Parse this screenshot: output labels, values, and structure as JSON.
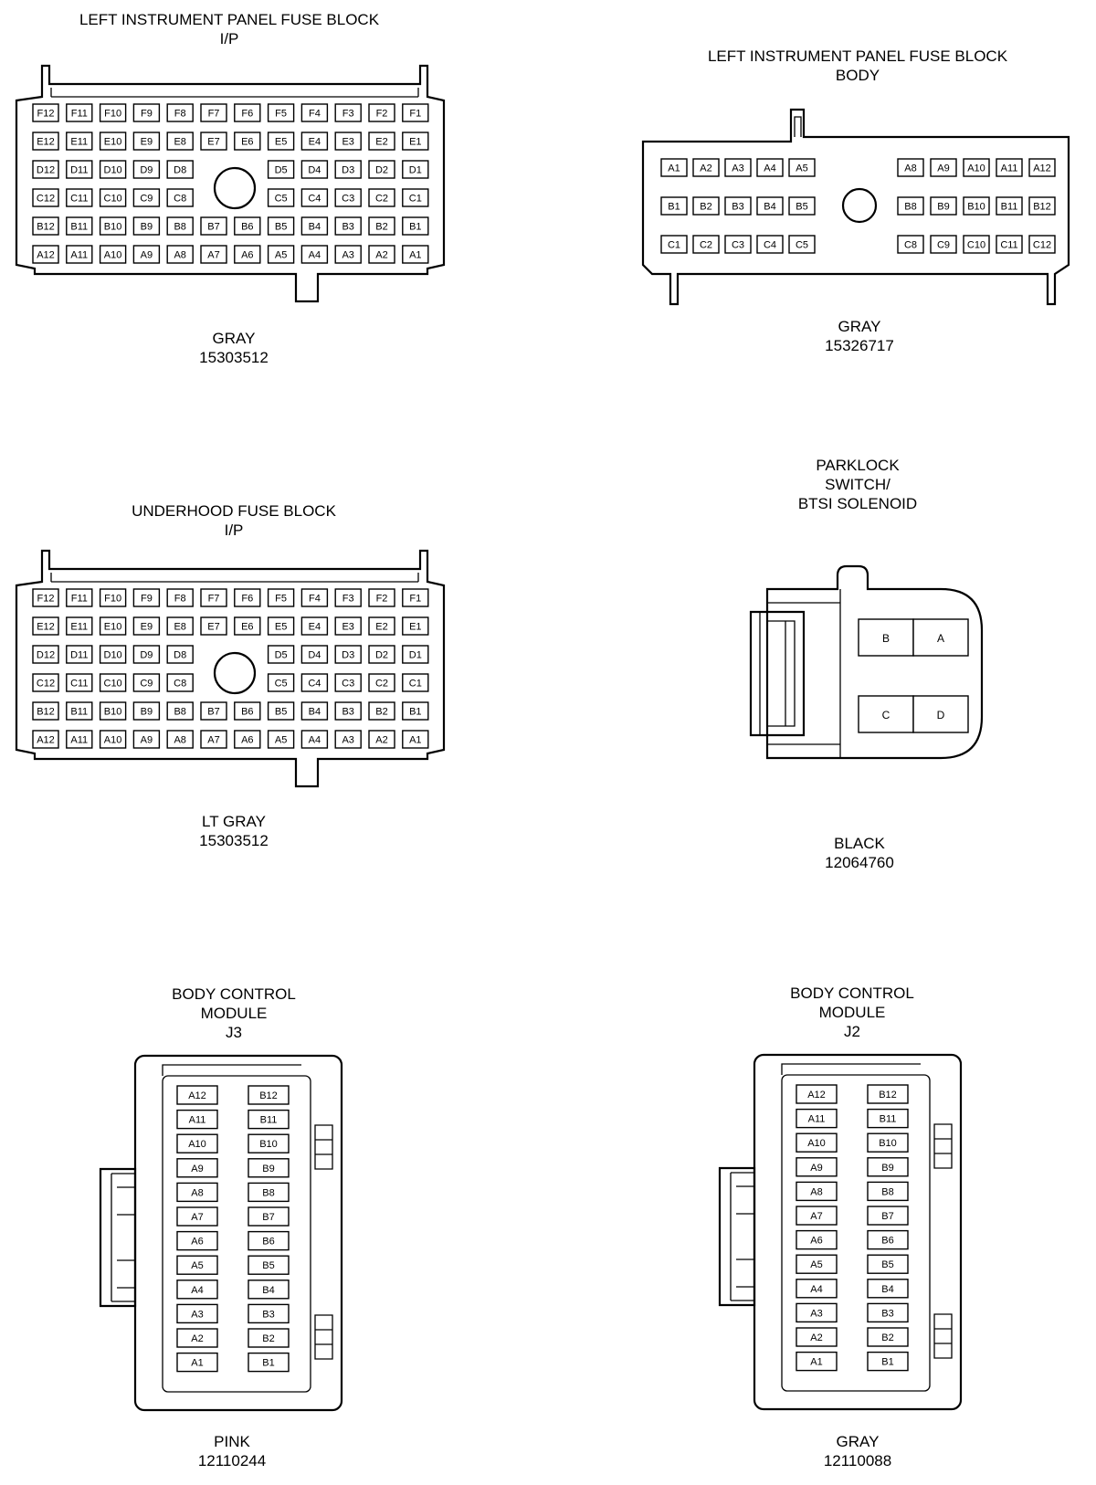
{
  "connectors": {
    "lip_ip": {
      "title_lines": [
        "LEFT INSTRUMENT PANEL FUSE BLOCK",
        "I/P"
      ],
      "color": "GRAY",
      "part_number": "15303512",
      "rows": [
        [
          "F12",
          "F11",
          "F10",
          "F9",
          "F8",
          "F7",
          "F6",
          "F5",
          "F4",
          "F3",
          "F2",
          "F1"
        ],
        [
          "E12",
          "E11",
          "E10",
          "E9",
          "E8",
          "E7",
          "E6",
          "E5",
          "E4",
          "E3",
          "E2",
          "E1"
        ],
        [
          "D12",
          "D11",
          "D10",
          "D9",
          "D8",
          "",
          "",
          "D5",
          "D4",
          "D3",
          "D2",
          "D1"
        ],
        [
          "C12",
          "C11",
          "C10",
          "C9",
          "C8",
          "",
          "",
          "C5",
          "C4",
          "C3",
          "C2",
          "C1"
        ],
        [
          "B12",
          "B11",
          "B10",
          "B9",
          "B8",
          "B7",
          "B6",
          "B5",
          "B4",
          "B3",
          "B2",
          "B1"
        ],
        [
          "A12",
          "A11",
          "A10",
          "A9",
          "A8",
          "A7",
          "A6",
          "A5",
          "A4",
          "A3",
          "A2",
          "A1"
        ]
      ]
    },
    "lip_body": {
      "title_lines": [
        "LEFT INSTRUMENT PANEL FUSE BLOCK",
        "BODY"
      ],
      "color": "GRAY",
      "part_number": "15326717",
      "rows": [
        [
          "A1",
          "A2",
          "A3",
          "A4",
          "A5",
          "A8",
          "A9",
          "A10",
          "A11",
          "A12"
        ],
        [
          "B1",
          "B2",
          "B3",
          "B4",
          "B5",
          "B8",
          "B9",
          "B10",
          "B11",
          "B12"
        ],
        [
          "C1",
          "C2",
          "C3",
          "C4",
          "C5",
          "C8",
          "C9",
          "C10",
          "C11",
          "C12"
        ]
      ]
    },
    "underhood": {
      "title_lines": [
        "UNDERHOOD FUSE BLOCK",
        "I/P"
      ],
      "color": "LT GRAY",
      "part_number": "15303512",
      "rows": [
        [
          "F12",
          "F11",
          "F10",
          "F9",
          "F8",
          "F7",
          "F6",
          "F5",
          "F4",
          "F3",
          "F2",
          "F1"
        ],
        [
          "E12",
          "E11",
          "E10",
          "E9",
          "E8",
          "E7",
          "E6",
          "E5",
          "E4",
          "E3",
          "E2",
          "E1"
        ],
        [
          "D12",
          "D11",
          "D10",
          "D9",
          "D8",
          "",
          "",
          "D5",
          "D4",
          "D3",
          "D2",
          "D1"
        ],
        [
          "C12",
          "C11",
          "C10",
          "C9",
          "C8",
          "",
          "",
          "C5",
          "C4",
          "C3",
          "C2",
          "C1"
        ],
        [
          "B12",
          "B11",
          "B10",
          "B9",
          "B8",
          "B7",
          "B6",
          "B5",
          "B4",
          "B3",
          "B2",
          "B1"
        ],
        [
          "A12",
          "A11",
          "A10",
          "A9",
          "A8",
          "A7",
          "A6",
          "A5",
          "A4",
          "A3",
          "A2",
          "A1"
        ]
      ]
    },
    "parklock": {
      "title_lines": [
        "PARKLOCK",
        "SWITCH/",
        "BTSI SOLENOID"
      ],
      "color": "BLACK",
      "part_number": "12064760",
      "pins": [
        "B",
        "A",
        "C",
        "D"
      ]
    },
    "bcm_j3": {
      "title_lines": [
        "BODY CONTROL",
        "MODULE",
        "J3"
      ],
      "color": "PINK",
      "part_number": "12110244",
      "col_a": [
        "A12",
        "A11",
        "A10",
        "A9",
        "A8",
        "A7",
        "A6",
        "A5",
        "A4",
        "A3",
        "A2",
        "A1"
      ],
      "col_b": [
        "B12",
        "B11",
        "B10",
        "B9",
        "B8",
        "B7",
        "B6",
        "B5",
        "B4",
        "B3",
        "B2",
        "B1"
      ]
    },
    "bcm_j2": {
      "title_lines": [
        "BODY CONTROL",
        "MODULE",
        "J2"
      ],
      "color": "GRAY",
      "part_number": "12110088",
      "col_a": [
        "A12",
        "A11",
        "A10",
        "A9",
        "A8",
        "A7",
        "A6",
        "A5",
        "A4",
        "A3",
        "A2",
        "A1"
      ],
      "col_b": [
        "B12",
        "B11",
        "B10",
        "B9",
        "B8",
        "B7",
        "B6",
        "B5",
        "B4",
        "B3",
        "B2",
        "B1"
      ]
    }
  }
}
